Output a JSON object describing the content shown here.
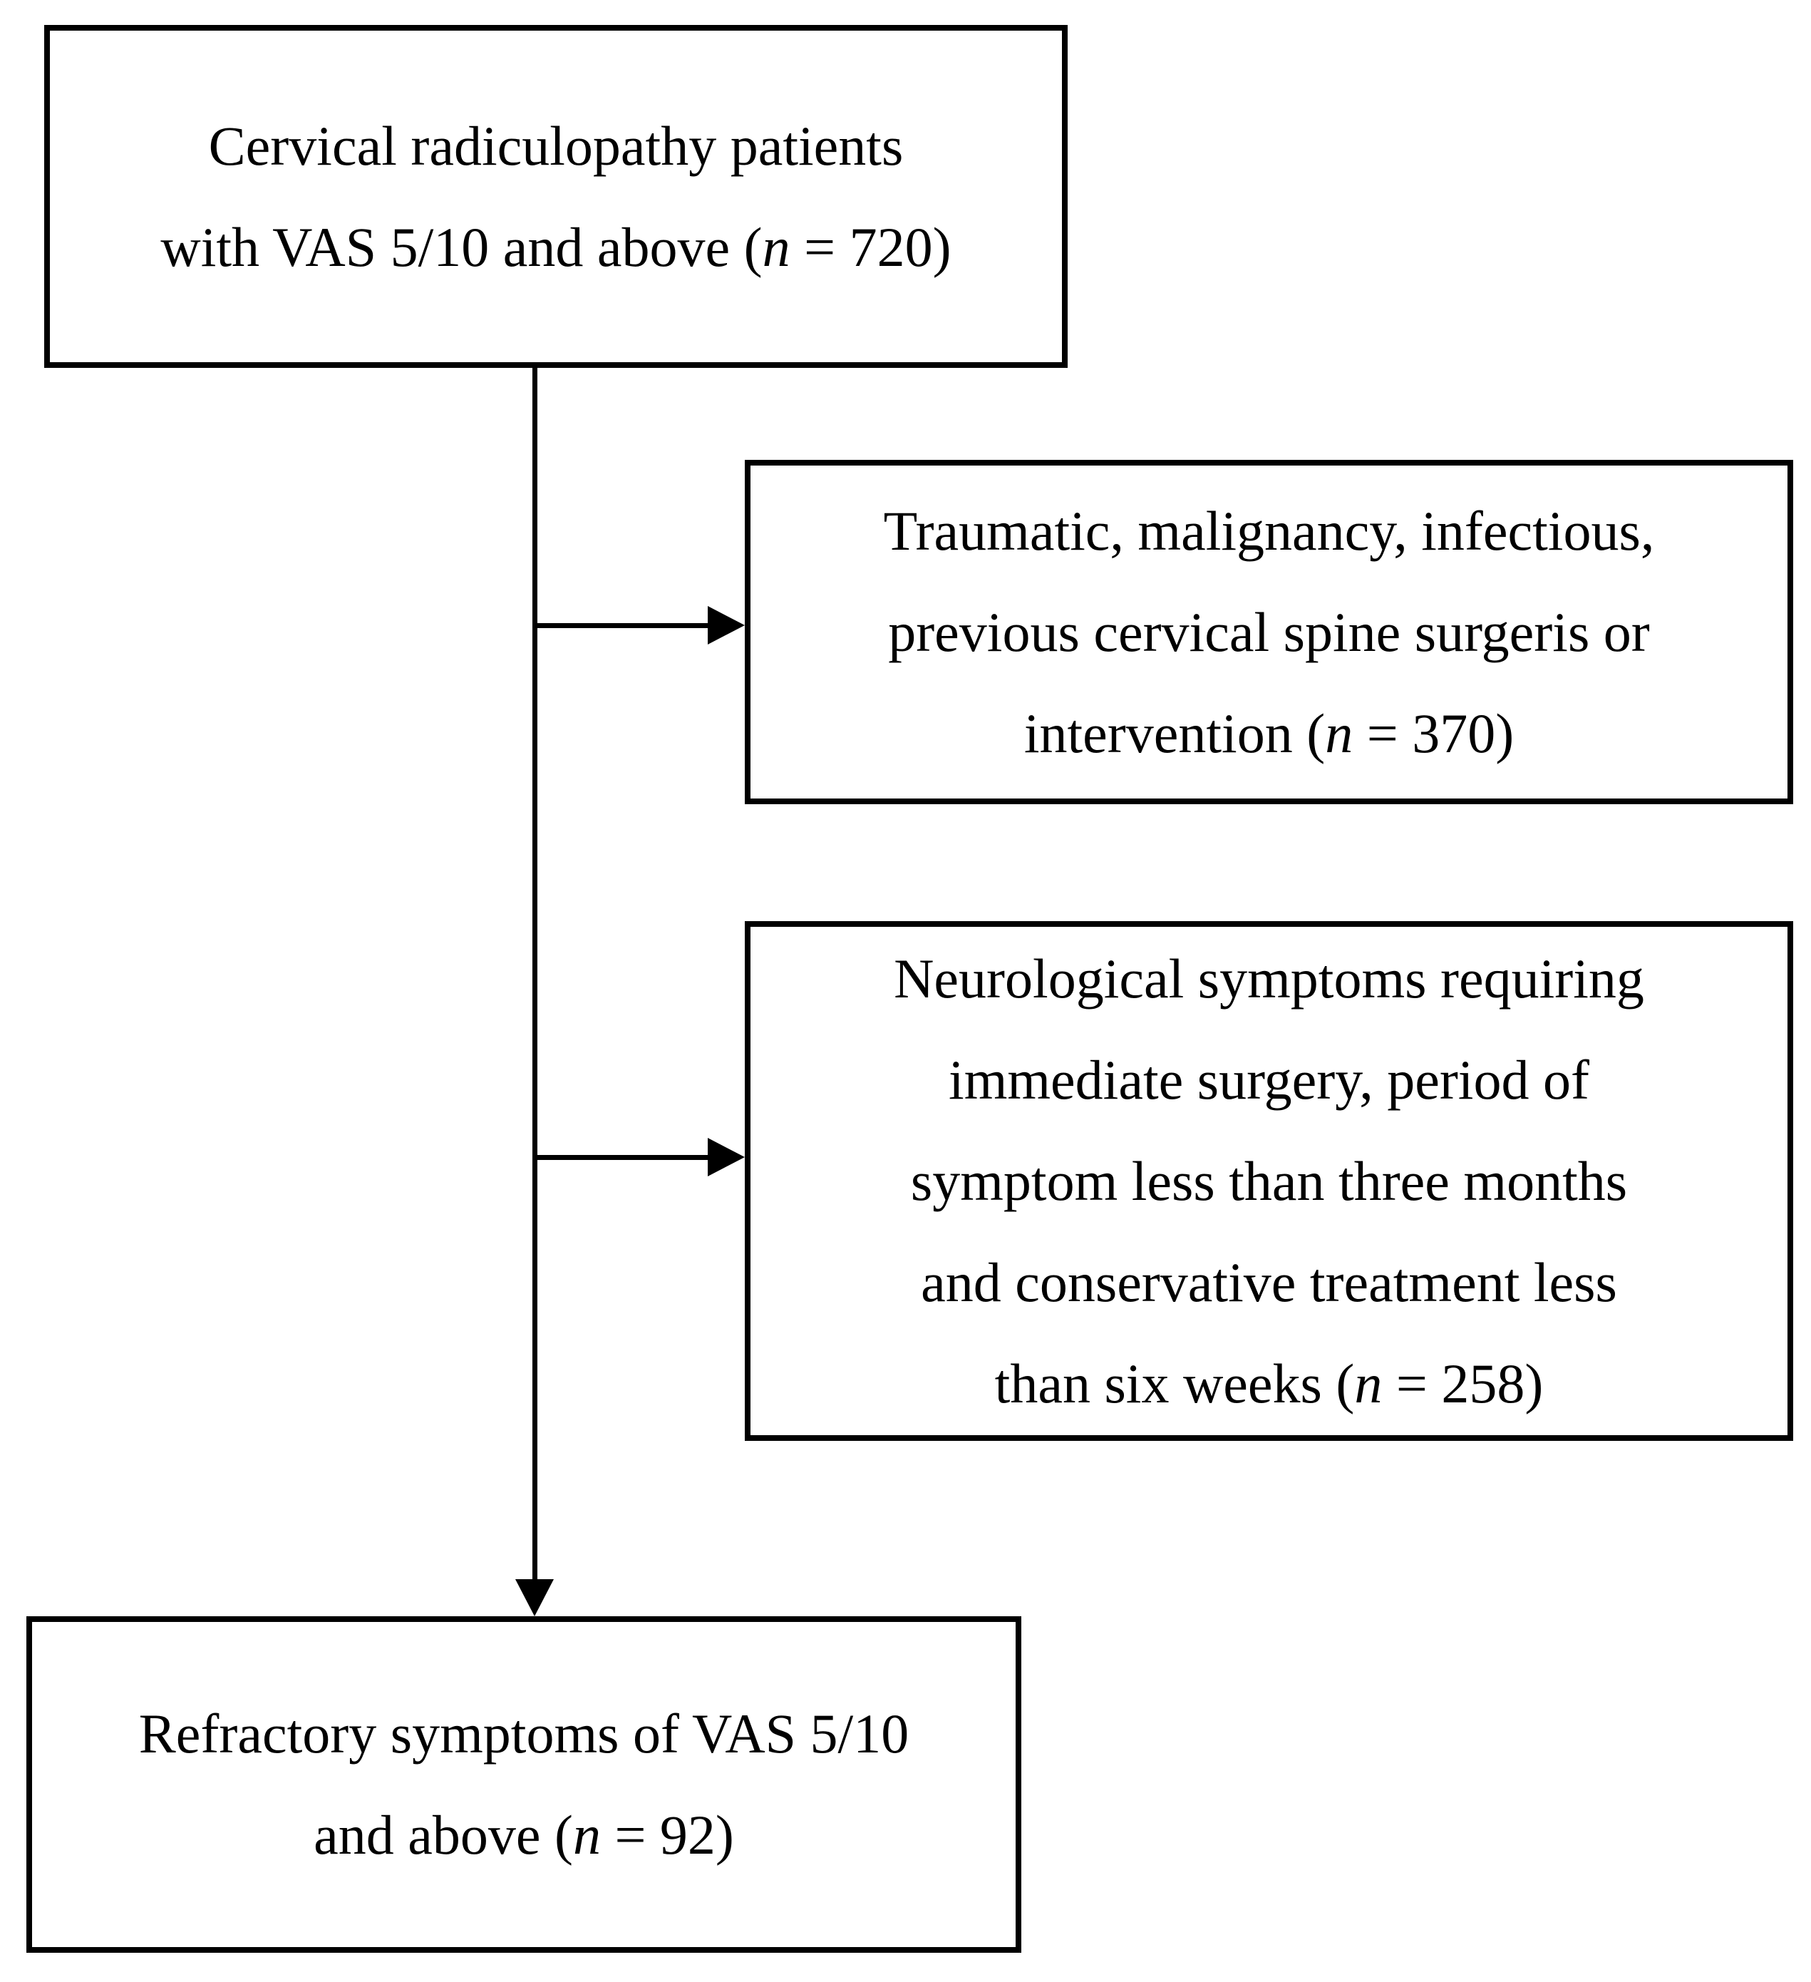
{
  "figure": {
    "type": "patient-selection-flowchart",
    "colors": {
      "background": "#ffffff",
      "border": "#000000",
      "text": "#000000"
    },
    "boxes": [
      {
        "name": "cervical-radiculopathy-patients",
        "lines": [
          {
            "segments": [
              {
                "text": "Cervical radiculopathy patients",
                "italic": false
              }
            ]
          },
          {
            "segments": [
              {
                "text": "with VAS 5/10 and above (",
                "italic": false
              },
              {
                "text": "n",
                "italic": true
              },
              {
                "text": " = 720)",
                "italic": false
              }
            ]
          }
        ]
      },
      {
        "name": "exclusion-traumatic-malignancy-infectious",
        "lines": [
          {
            "segments": [
              {
                "text": "Traumatic, malignancy, infectious,",
                "italic": false
              }
            ]
          },
          {
            "segments": [
              {
                "text": "previous cervical spine surgeris or",
                "italic": false
              }
            ]
          },
          {
            "segments": [
              {
                "text": "intervention (",
                "italic": false
              },
              {
                "text": "n",
                "italic": true
              },
              {
                "text": " = 370)",
                "italic": false
              }
            ]
          }
        ]
      },
      {
        "name": "exclusion-neurological-symptoms",
        "lines": [
          {
            "segments": [
              {
                "text": "Neurological symptoms requiring",
                "italic": false
              }
            ]
          },
          {
            "segments": [
              {
                "text": "immediate surgery, period of",
                "italic": false
              }
            ]
          },
          {
            "segments": [
              {
                "text": "symptom less than three months",
                "italic": false
              }
            ]
          },
          {
            "segments": [
              {
                "text": "and conservative treatment less",
                "italic": false
              }
            ]
          },
          {
            "segments": [
              {
                "text": "than six weeks (",
                "italic": false
              },
              {
                "text": "n",
                "italic": true
              },
              {
                "text": " = 258)",
                "italic": false
              }
            ]
          }
        ]
      },
      {
        "name": "refractory-symptoms",
        "lines": [
          {
            "segments": [
              {
                "text": "Refractory symptoms of VAS 5/10",
                "italic": false
              }
            ]
          },
          {
            "segments": [
              {
                "text": "and above (",
                "italic": false
              },
              {
                "text": "n",
                "italic": true
              },
              {
                "text": " = 92)",
                "italic": false
              }
            ]
          }
        ]
      }
    ]
  }
}
